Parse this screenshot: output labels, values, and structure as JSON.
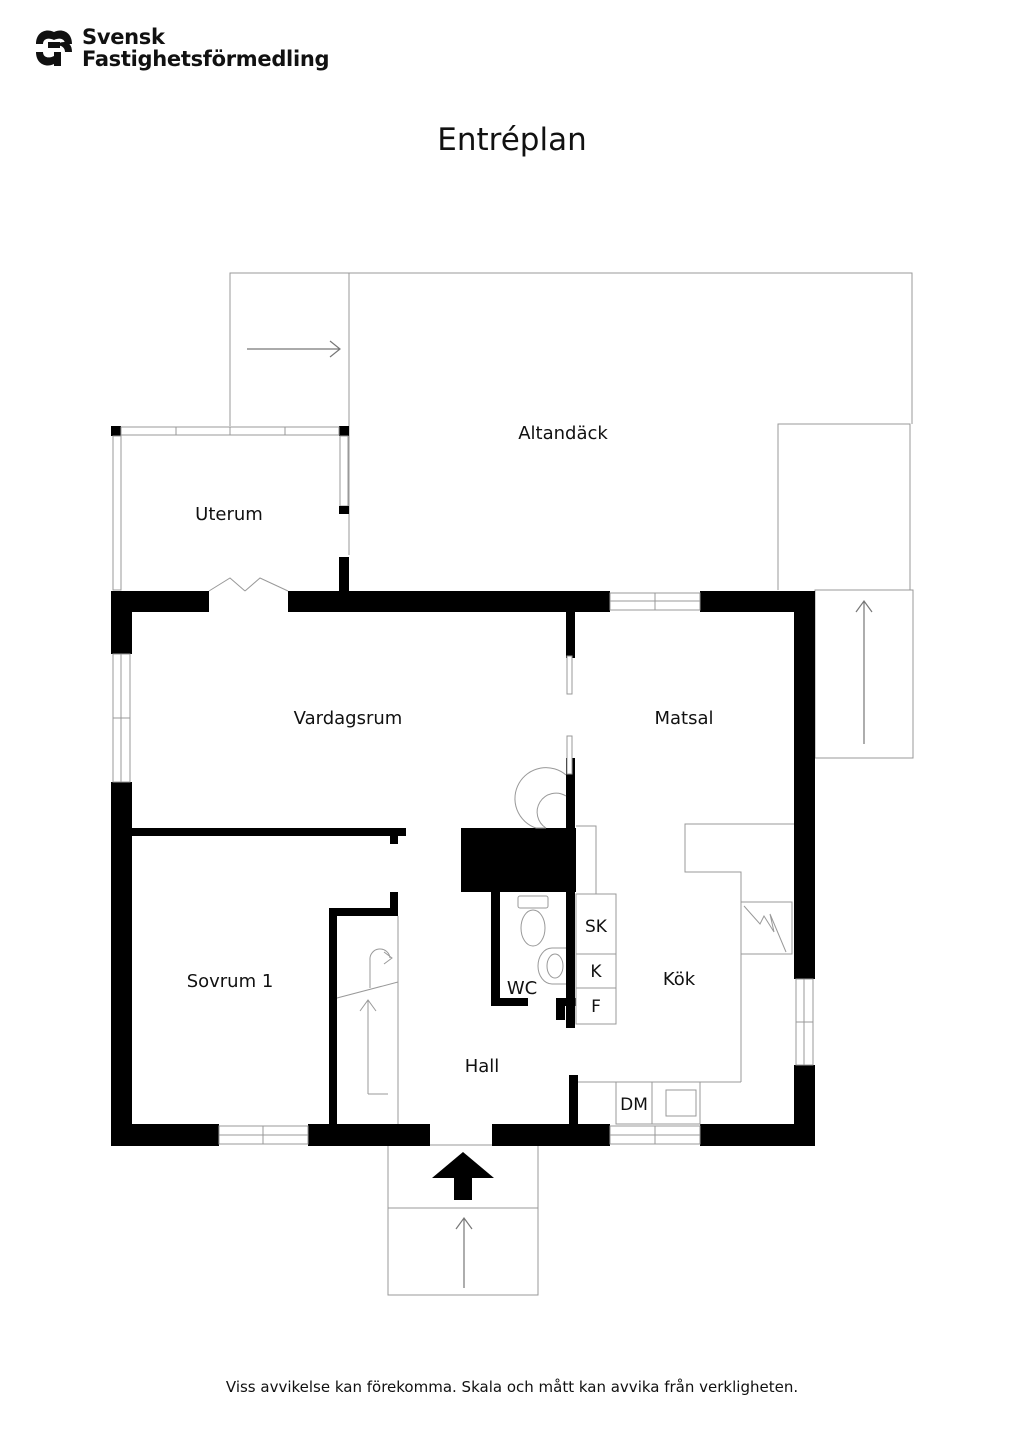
{
  "brand": {
    "line1": "Svensk",
    "line2": "Fastighetsförmedling"
  },
  "title": "Entréplan",
  "rooms": {
    "altandack": "Altandäck",
    "uterum": "Uterum",
    "vardagsrum": "Vardagsrum",
    "matsal": "Matsal",
    "sovrum": "Sovrum 1",
    "wc": "WC",
    "kok": "Kök",
    "hall": "Hall"
  },
  "appliances": {
    "sk": "SK",
    "k": "K",
    "f": "F",
    "dm": "DM"
  },
  "footer": "Viss avvikelse kan förekomma. Skala och mått kan avvika från verkligheten.",
  "colors": {
    "wall": "#000000",
    "line": "#888888",
    "text": "#111111"
  }
}
